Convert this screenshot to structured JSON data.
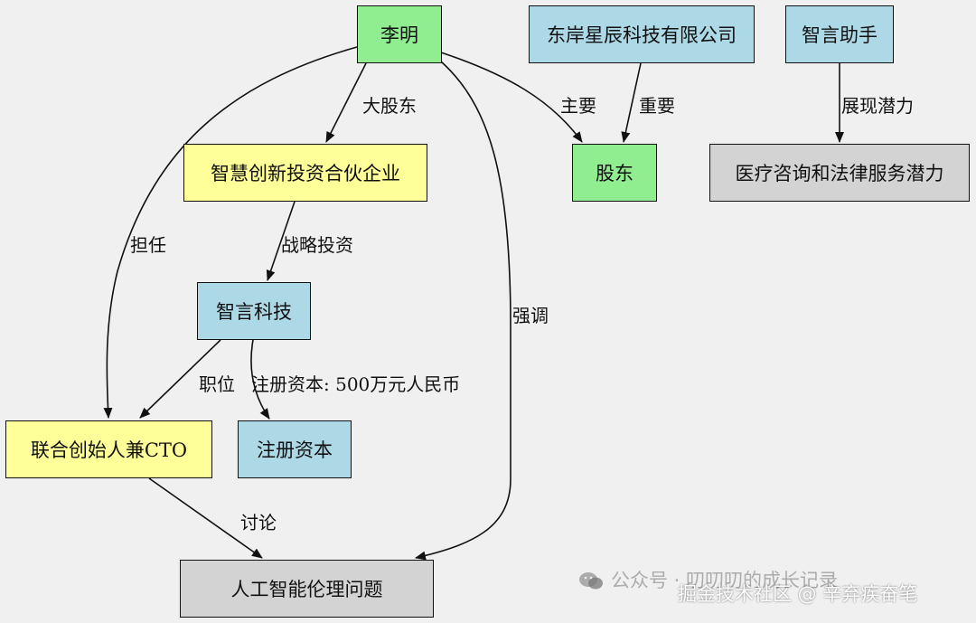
{
  "nodes": {
    "li_ming": "李明",
    "dongan": "东岸星辰科技有限公司",
    "zhiyan_assistant": "智言助手",
    "zhihui_invest": "智慧创新投资合伙企业",
    "shareholder": "股东",
    "medical_legal": "医疗咨询和法律服务潜力",
    "zhiyan_tech": "智言科技",
    "cofounder_cto": "联合创始人兼CTO",
    "registered_capital": "注册资本",
    "ai_ethics": "人工智能伦理问题"
  },
  "edges": {
    "major_shareholder": "大股东",
    "primary": "主要",
    "important": "重要",
    "show_potential": "展现潜力",
    "serve_as": "担任",
    "strategic_investment": "战略投资",
    "emphasize": "强调",
    "position": "职位",
    "registered_capital_amount": "注册资本: 500万元人民币",
    "discuss": "讨论"
  },
  "watermark": {
    "wechat_account": "公众号 · 叨叨叨的成长记录",
    "juejin": "掘金技术社区 @ 辛弃疾奋笔"
  },
  "colors": {
    "green": "#90ee90",
    "blue": "#add8e6",
    "yellow": "#ffff99",
    "gray": "#d3d3d3",
    "background": "#f0f0f0"
  }
}
